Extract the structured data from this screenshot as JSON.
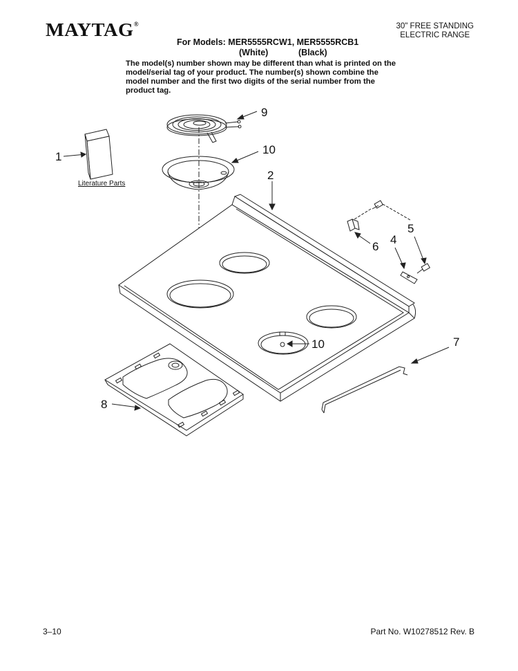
{
  "header": {
    "brand": "MAYTAG",
    "product_type_line1": "30\" FREE STANDING",
    "product_type_line2": "ELECTRIC RANGE",
    "models_line": "For Models: MER5555RCW1, MER5555RCB1",
    "color_white": "(White)",
    "color_black": "(Black)",
    "notice": "The model(s) number shown may be different than what is printed on the model/serial tag of your product. The number(s) shown combine the model number and the first two digits of the serial number from the product tag."
  },
  "diagram": {
    "literature_label": "Literature Parts",
    "callouts": {
      "c1": "1",
      "c2": "2",
      "c4": "4",
      "c5": "5",
      "c6": "6",
      "c7": "7",
      "c8": "8",
      "c9": "9",
      "c10a": "10",
      "c10b": "10"
    }
  },
  "footer": {
    "page": "3–10",
    "part_no": "Part No. W10278512 Rev. B"
  }
}
